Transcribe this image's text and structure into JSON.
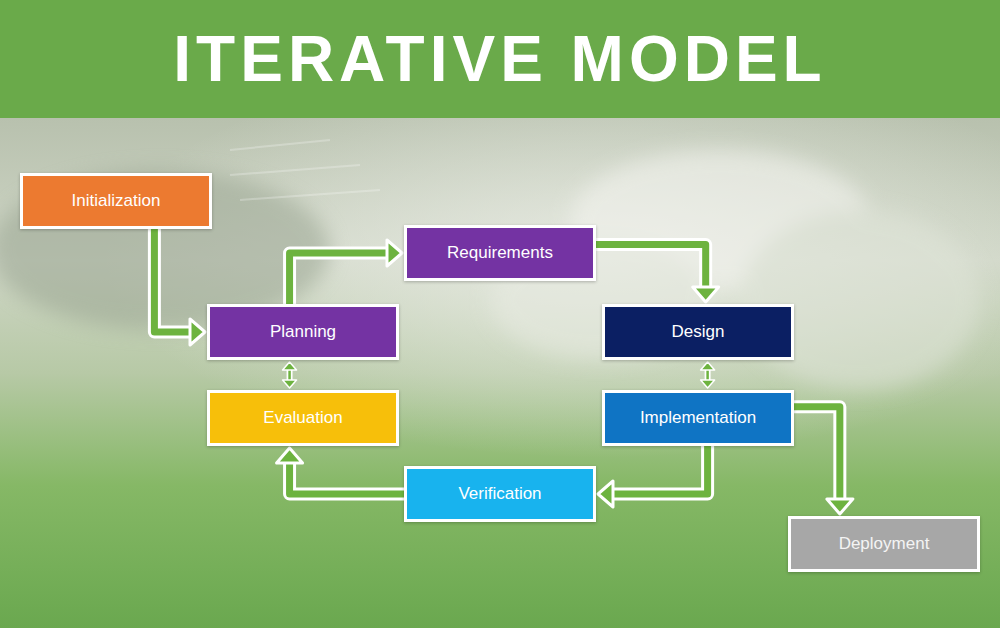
{
  "diagram": {
    "title": "ITERATIVE MODEL",
    "nodes": [
      {
        "text": [
          "Initialization"
        ]
      },
      {
        "text": [
          "Requirements"
        ]
      },
      {
        "text": [
          "Planning"
        ]
      },
      {
        "text": [
          "Design"
        ]
      },
      {
        "text": [
          "Evaluation"
        ]
      },
      {
        "text": [
          "Implementation"
        ]
      },
      {
        "text": [
          "Verification"
        ]
      },
      {
        "text": [
          "Deployment"
        ]
      }
    ],
    "edges": [
      {
        "from": 0,
        "to": 2,
        "arrow": "to"
      },
      {
        "from": 2,
        "to": 1,
        "arrow": "to"
      },
      {
        "from": 1,
        "to": 3,
        "arrow": "to"
      },
      {
        "from": 3,
        "to": 5,
        "arrow": "both"
      },
      {
        "from": 5,
        "to": 6,
        "arrow": "to"
      },
      {
        "from": 6,
        "to": 4,
        "arrow": "to"
      },
      {
        "from": 4,
        "to": 2,
        "arrow": "both"
      },
      {
        "from": 5,
        "to": 7,
        "arrow": "to"
      }
    ]
  }
}
